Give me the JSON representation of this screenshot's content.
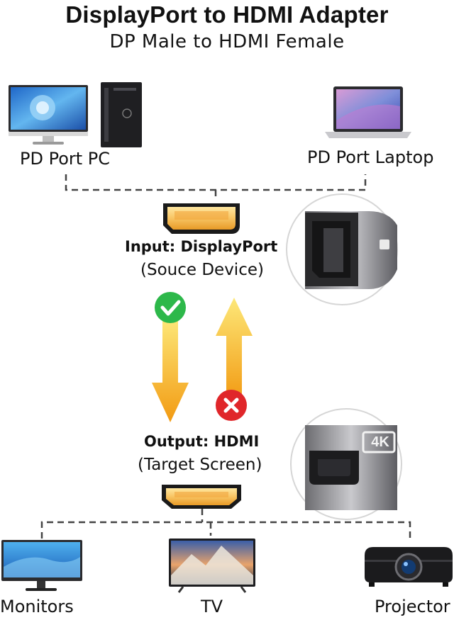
{
  "header": {
    "title": "DisplayPort to HDMI Adapter",
    "subtitle": "DP Male to HDMI Female"
  },
  "sources": {
    "pc_label": "PD Port PC",
    "laptop_label": "PD Port Laptop"
  },
  "input": {
    "label": "Input: DisplayPort",
    "sublabel": "(Souce Device)"
  },
  "output": {
    "label": "Output: HDMI",
    "sublabel": "(Target Screen)",
    "badge_text": "4K"
  },
  "targets": {
    "monitors_label": "Monitors",
    "tv_label": "TV",
    "projector_label": "Projector"
  },
  "colors": {
    "arrow_top": "#fbd84a",
    "arrow_bottom": "#f39a10",
    "check_green": "#2db84a",
    "cross_red": "#e0262a",
    "connector_gold": "#f6b13a"
  }
}
